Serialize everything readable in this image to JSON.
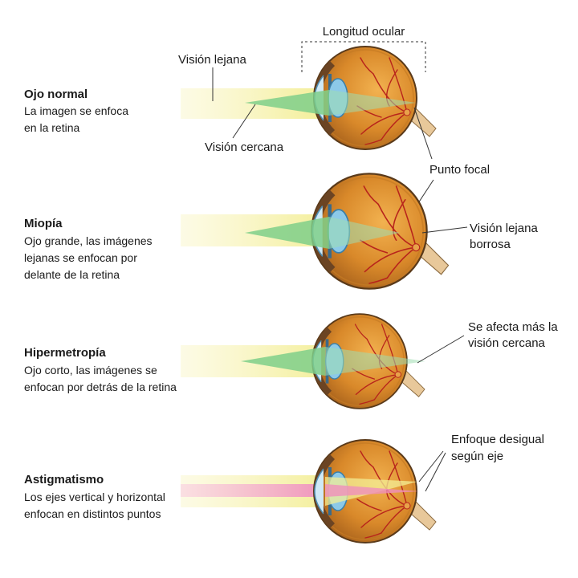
{
  "labels": {
    "longitud_ocular": "Longitud ocular",
    "vision_lejana": "Visión lejana",
    "vision_cercana": "Visión cercana",
    "punto_focal": "Punto focal",
    "vision_lejana_borrosa": [
      "Visión lejana",
      "borrosa"
    ],
    "se_afecta": [
      "Se afecta más la",
      "visión cercana"
    ],
    "enfoque_desigual": [
      "Enfoque desigual",
      "según eje"
    ]
  },
  "conditions": [
    {
      "title": "Ojo normal",
      "description": [
        "La imagen se enfoca",
        "en la retina"
      ]
    },
    {
      "title": "Miopía",
      "description": [
        "Ojo grande, las imágenes",
        "lejanas se enfocan por",
        "delante de la retina"
      ]
    },
    {
      "title": "Hipermetropía",
      "description": [
        "Ojo corto, las imágenes se",
        "enfocan por detrás de la retina"
      ]
    },
    {
      "title": "Astigmatismo",
      "description": [
        "Los ejes vertical y horizontal",
        "enfocan en distintos puntos"
      ]
    }
  ],
  "colors": {
    "beam_yellow": "#f7f3b0",
    "beam_green": "#7fcf8a",
    "beam_pink": "#f4a6c8",
    "eye_orange": "#d9892a",
    "eye_outline": "#5a3a1a",
    "lens_blue": "#8cc9e8",
    "vessel_red": "#b8241c",
    "nerve": "#e8c89a"
  }
}
